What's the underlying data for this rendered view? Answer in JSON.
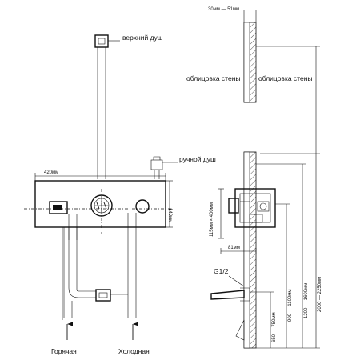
{
  "labels": {
    "upper_shower": "верхний душ",
    "hand_shower": "ручной душ",
    "wall_cladding_left": "облицовка стены",
    "wall_cladding_right": "облицовка стены",
    "hot": "Горячая",
    "cold": "Холодная",
    "thread": "G1/2"
  },
  "dimensions": {
    "cladding_thickness": "30мм — 51мм",
    "panel_width": "420мм",
    "panel_height": "140мм",
    "box_size": "115мм × 400мм",
    "depth": "81мм",
    "height_outlet": "900 — 1100мм",
    "height_hand_shower": "1200 — 1600мм",
    "height_overhead": "2000 — 2250мм",
    "height_spout": "650 — 750мм"
  }
}
